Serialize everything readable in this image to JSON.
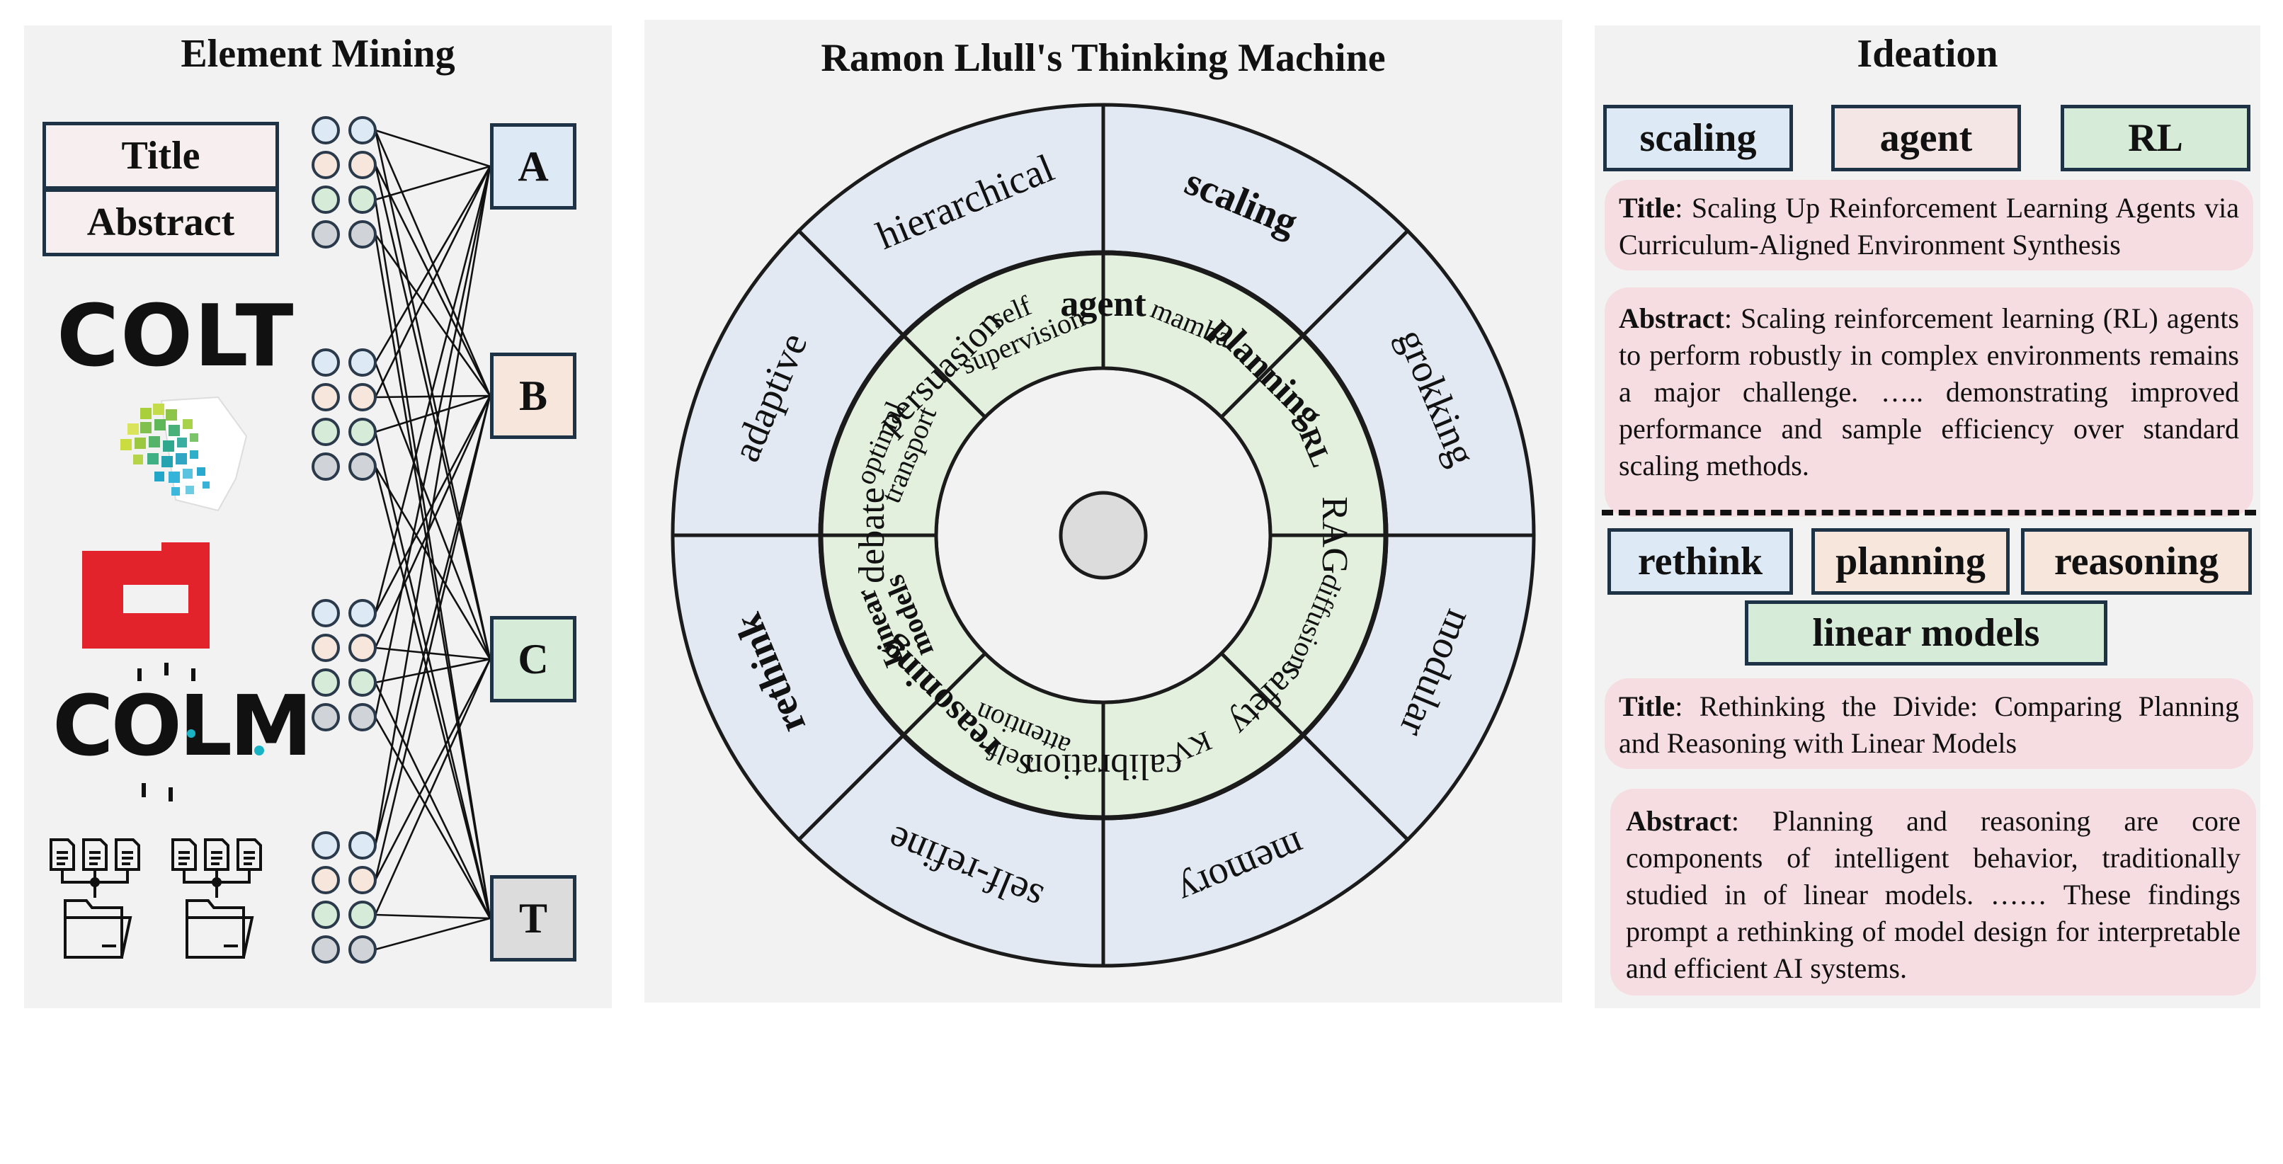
{
  "left": {
    "title": "Element Mining",
    "fields": [
      "Title",
      "Abstract"
    ],
    "logo_texts": [
      "COLT",
      "COLM"
    ],
    "nodes": [
      "A",
      "B",
      "C",
      "T"
    ],
    "colors": {
      "blue": "#dde9f4",
      "peach": "#f6e6dc",
      "green": "#d6ecd9",
      "gray": "#d0d4d8"
    }
  },
  "middle": {
    "title": "Ramon Llull's Thinking Machine",
    "outer_ring": [
      "hierarchical",
      "scaling",
      "grokking",
      "modular",
      "memory",
      "self-refine",
      "rethink",
      "adaptive"
    ],
    "middle_ring": [
      "agent",
      "planning",
      "RAG",
      "safety",
      "calibration",
      "reasoning",
      "debate",
      "persuasion"
    ],
    "inner_ring": [
      "self supervision",
      "mamba",
      "RL",
      "diffusion",
      "KV",
      "Self attention",
      "Linear models",
      "optimal transport"
    ],
    "colors": {
      "outer": "#e2e9f2",
      "middle": "#f6e6dc",
      "inner": "#e2f0dd",
      "hub": "#dcdcdc"
    }
  },
  "right": {
    "title": "Ideation",
    "group1": {
      "chips": [
        "scaling",
        "agent",
        "RL"
      ],
      "title_label": "Title",
      "title_text": ": Scaling Up Reinforcement Learning Agents via Curriculum-Aligned Environment Synthesis",
      "abstract_label": "Abstract",
      "abstract_text": ": Scaling reinforcement learning (RL) agents to perform robustly in complex environments remains a major challenge. ….. demonstrating improved performance and sample efficiency over standard scaling methods."
    },
    "group2": {
      "chips": [
        "rethink",
        "planning",
        "reasoning",
        "linear models"
      ],
      "title_label": "Title",
      "title_text": ": Rethinking the Divide: Comparing Planning and Reasoning with Linear Models",
      "abstract_label": "Abstract",
      "abstract_text": ": Planning and reasoning are core components of intelligent behavior, traditionally studied in of linear models. …… These findings prompt a rethinking of model design for interpretable and efficient AI systems."
    }
  }
}
